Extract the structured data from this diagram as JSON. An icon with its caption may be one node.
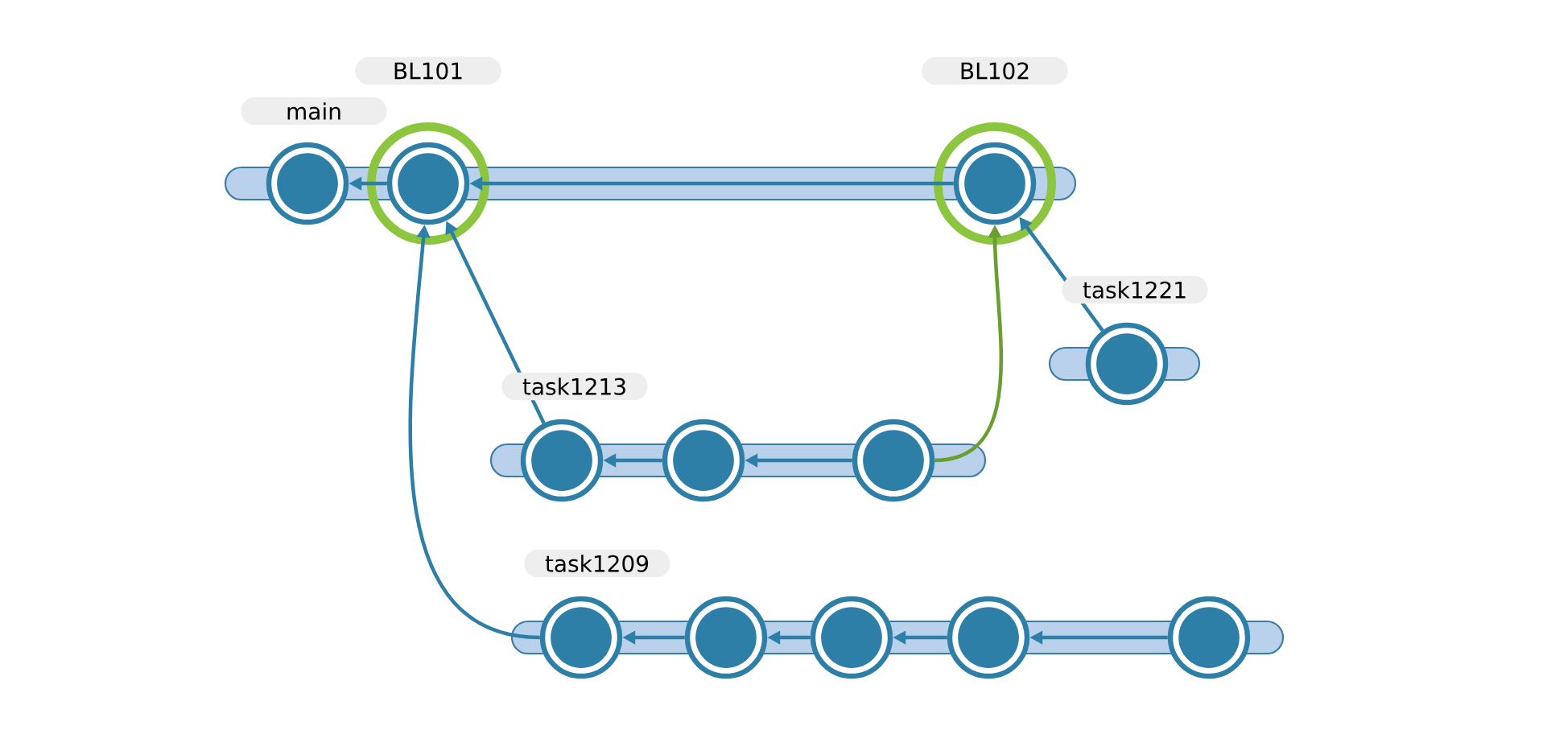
{
  "diagram": {
    "nodes": [
      {
        "text": [],
        "shape": "circle",
        "beside": [
          "main"
        ]
      },
      {
        "text": [],
        "shape": "circle",
        "beside": [
          "BL101"
        ]
      },
      {
        "text": [],
        "shape": "circle",
        "beside": [
          "BL102"
        ]
      },
      {
        "text": [],
        "shape": "circle",
        "beside": [
          "task1221"
        ]
      },
      {
        "text": [],
        "shape": "circle",
        "beside": [
          "task1213"
        ]
      },
      {
        "text": [],
        "shape": "circle"
      },
      {
        "text": [],
        "shape": "circle"
      },
      {
        "text": [],
        "shape": "circle",
        "beside": [
          "task1209"
        ]
      },
      {
        "text": [],
        "shape": "circle"
      },
      {
        "text": [],
        "shape": "circle"
      },
      {
        "text": [],
        "shape": "circle"
      },
      {
        "text": [],
        "shape": "circle"
      }
    ],
    "edges": [
      {
        "from": 1,
        "to": 0,
        "arrow": "to"
      },
      {
        "from": 2,
        "to": 1,
        "arrow": "to"
      },
      {
        "from": 4,
        "to": 1,
        "arrow": "to"
      },
      {
        "from": 7,
        "to": 1,
        "arrow": "to"
      },
      {
        "from": 5,
        "to": 4,
        "arrow": "to"
      },
      {
        "from": 6,
        "to": 5,
        "arrow": "to"
      },
      {
        "from": 6,
        "to": 2,
        "arrow": "to",
        "color": "#6a9e2f"
      },
      {
        "from": 3,
        "to": 2,
        "arrow": "to"
      },
      {
        "from": 8,
        "to": 7,
        "arrow": "to"
      },
      {
        "from": 9,
        "to": 8,
        "arrow": "to"
      },
      {
        "from": 10,
        "to": 9,
        "arrow": "to"
      },
      {
        "from": 11,
        "to": 10,
        "arrow": "to"
      }
    ]
  }
}
